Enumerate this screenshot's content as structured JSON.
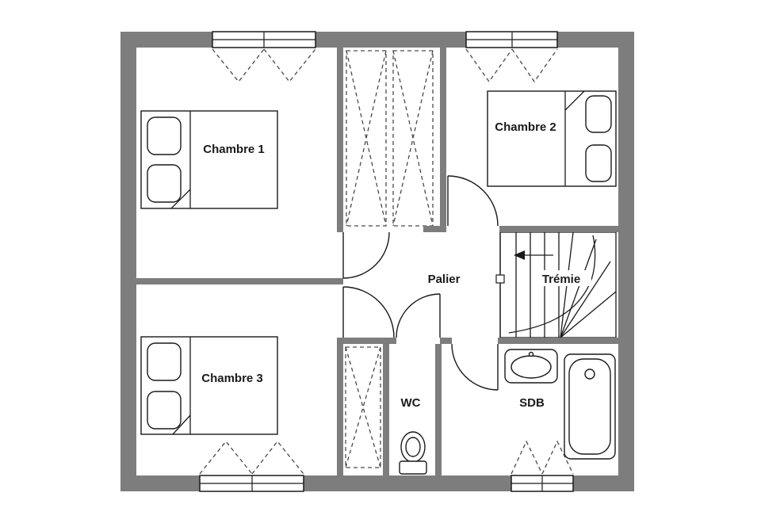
{
  "plan": {
    "colors": {
      "background": "#ffffff",
      "wall": "#7d7d7d",
      "line": "#1a1a1a"
    },
    "rooms": {
      "chambre1": "Chambre 1",
      "chambre2": "Chambre 2",
      "chambre3": "Chambre 3",
      "palier": "Palier",
      "tremie": "Trémie",
      "wc": "WC",
      "sdb": "SDB"
    }
  }
}
